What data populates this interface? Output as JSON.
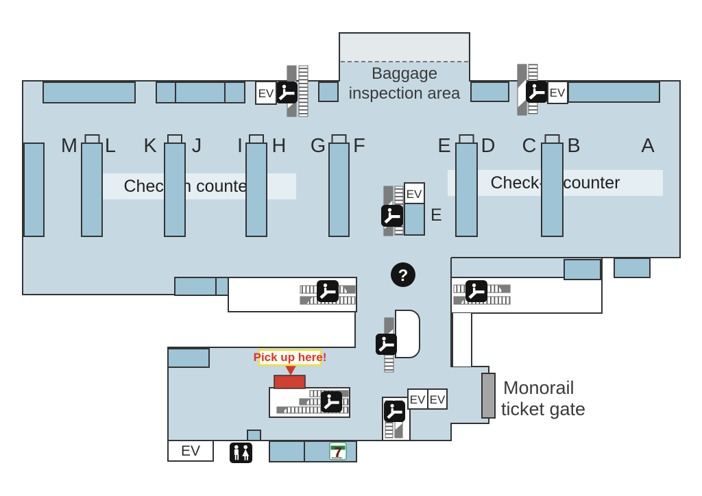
{
  "map": {
    "baggage_area": {
      "line1": "Baggage",
      "line2": "inspection area"
    },
    "checkin_label": "Check-in counter",
    "counters": {
      "letters": [
        "M",
        "L",
        "K",
        "J",
        "I",
        "H",
        "G",
        "F",
        "E",
        "D",
        "C",
        "B",
        "A"
      ]
    },
    "escalator_bank_label": "E",
    "elevator_label": "EV",
    "info_symbol": "?",
    "pickup": {
      "label": "Pick up here!"
    },
    "monorail": {
      "line1": "Monorail",
      "line2": "ticket gate"
    },
    "store": {
      "numeral": "7",
      "word": "ELEVEn"
    },
    "icons": {
      "escalator": "escalator-icon",
      "restroom": "restroom-icon",
      "information": "question-mark-icon",
      "convenience_store": "seven-eleven-logo"
    },
    "colors": {
      "floor": "#c6d9e3",
      "counter": "#9ec4d6",
      "outline": "#333333",
      "baggage_zone": "#e4e9eb",
      "pickup_red": "#cd4032",
      "pickup_border_yellow": "#f0e03a",
      "gate_gray": "#a5a5a5",
      "icon_black": "#141414"
    }
  }
}
